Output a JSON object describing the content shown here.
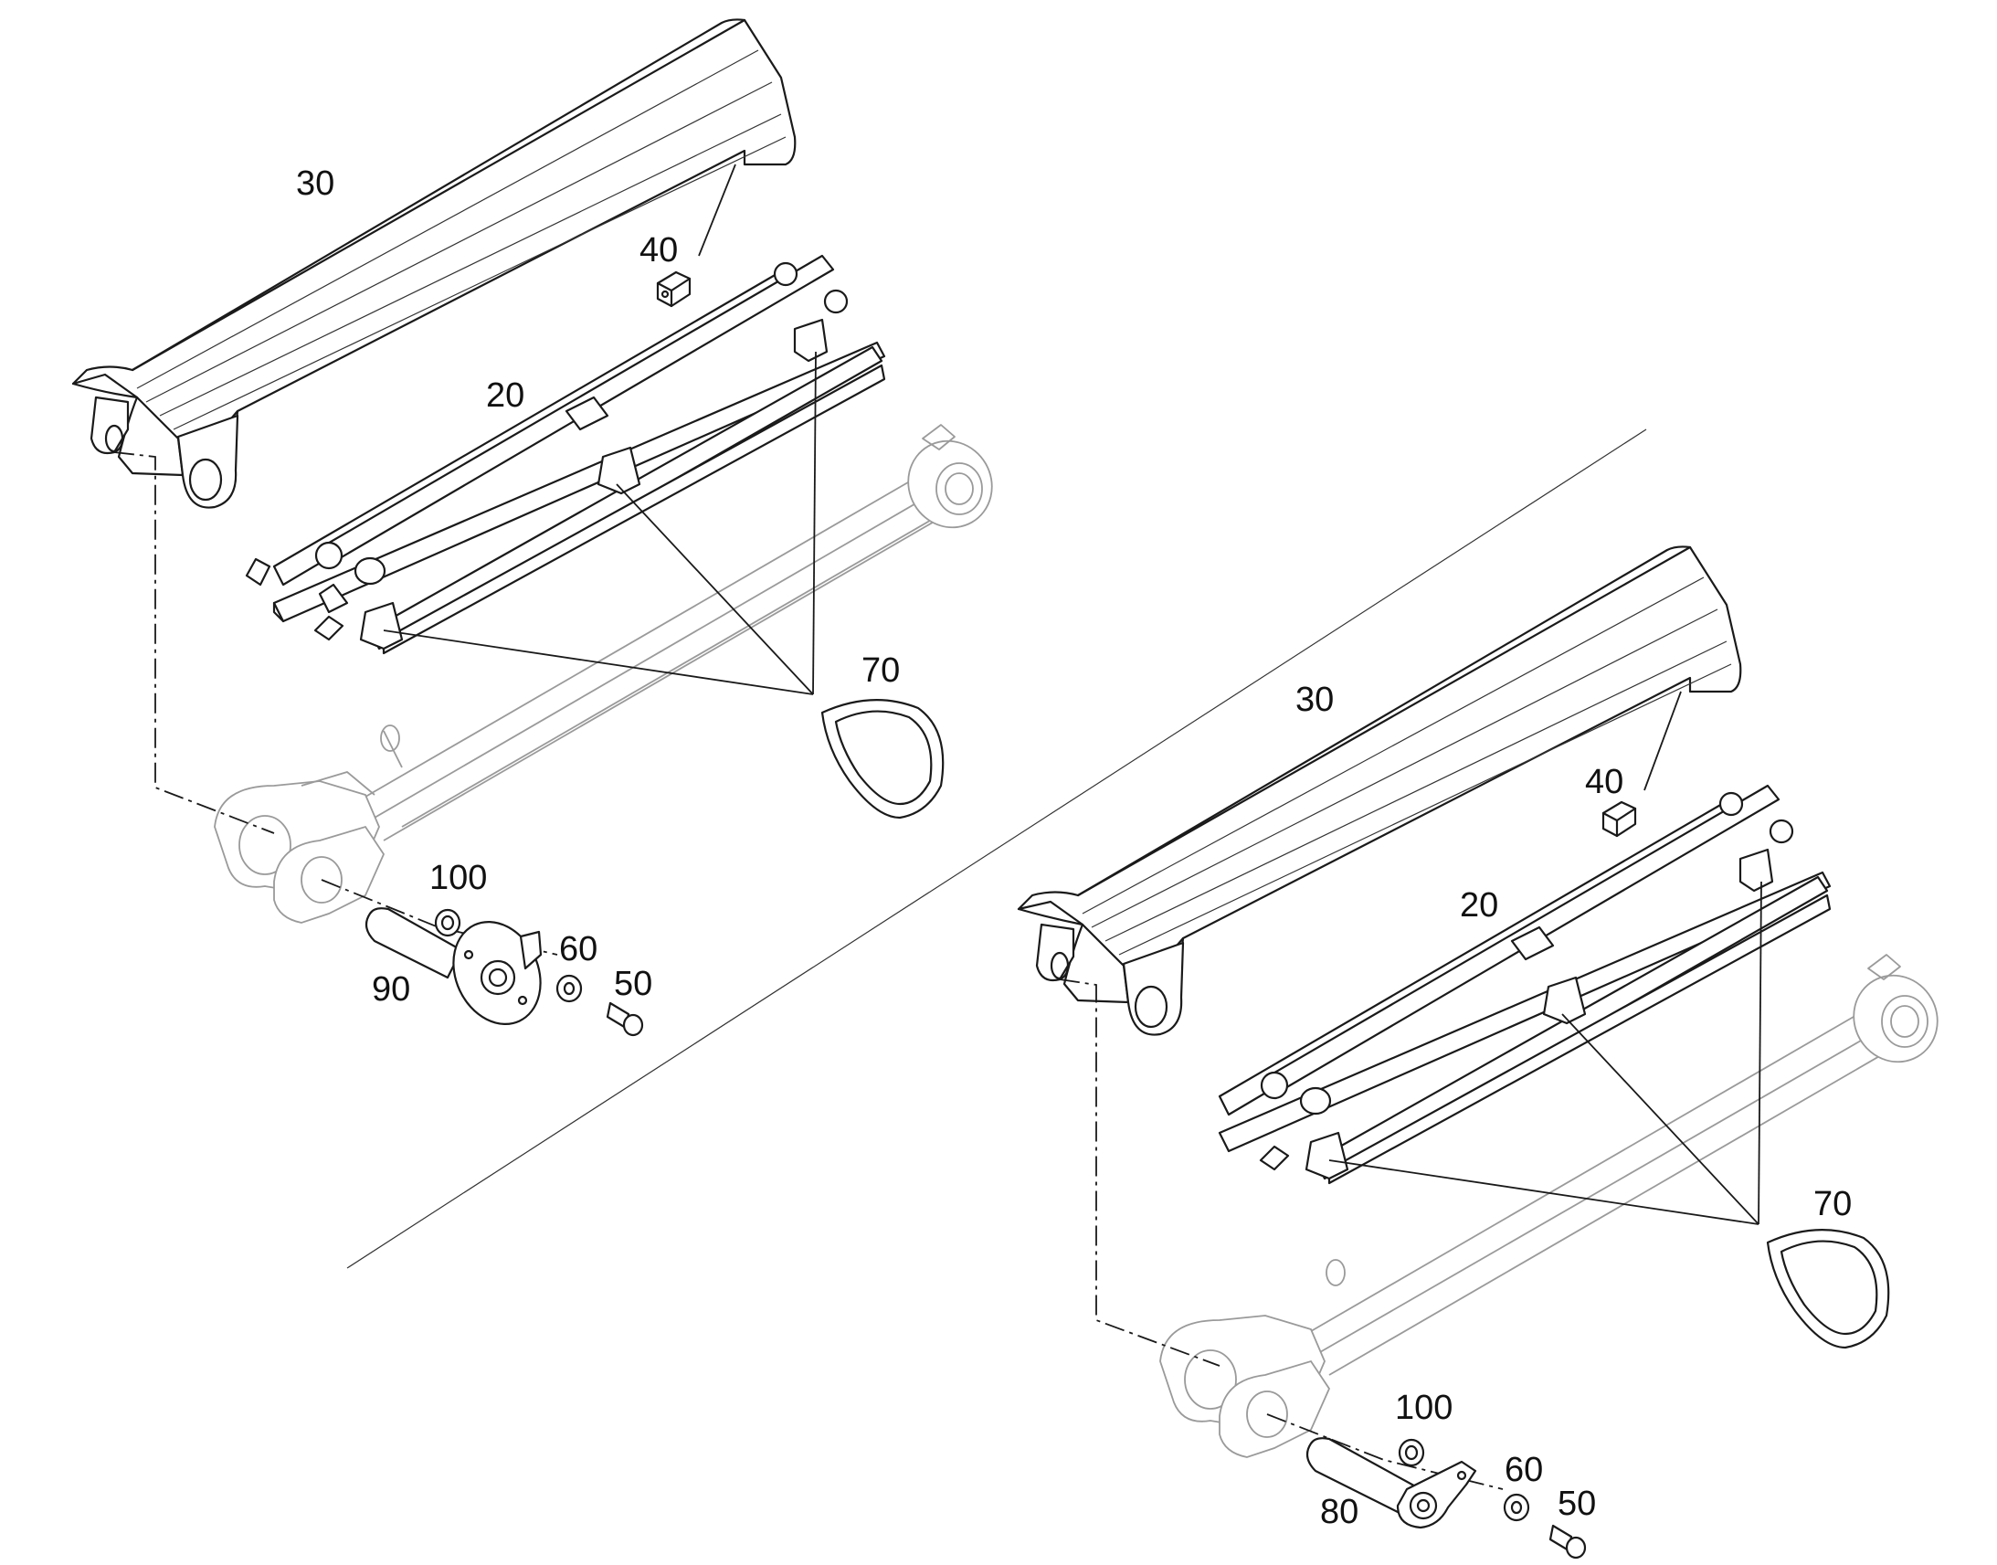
{
  "left_group": {
    "callouts": {
      "c30": "30",
      "c40": "40",
      "c20": "20",
      "c70": "70",
      "c100": "100",
      "c60": "60",
      "c50": "50",
      "c90": "90"
    }
  },
  "right_group": {
    "callouts": {
      "c30": "30",
      "c40": "40",
      "c20": "20",
      "c70": "70",
      "c100": "100",
      "c60": "60",
      "c50": "50",
      "c80": "80"
    }
  },
  "icons": {
    "cover": "cover-shape",
    "frame": "frame-shape",
    "cylinder": "hydraulic-cylinder-shape",
    "belt": "strap-loop-shape",
    "pin": "pin-shape",
    "washer": "washer-shape",
    "bolt": "bolt-shape",
    "nut": "nut-shape"
  }
}
